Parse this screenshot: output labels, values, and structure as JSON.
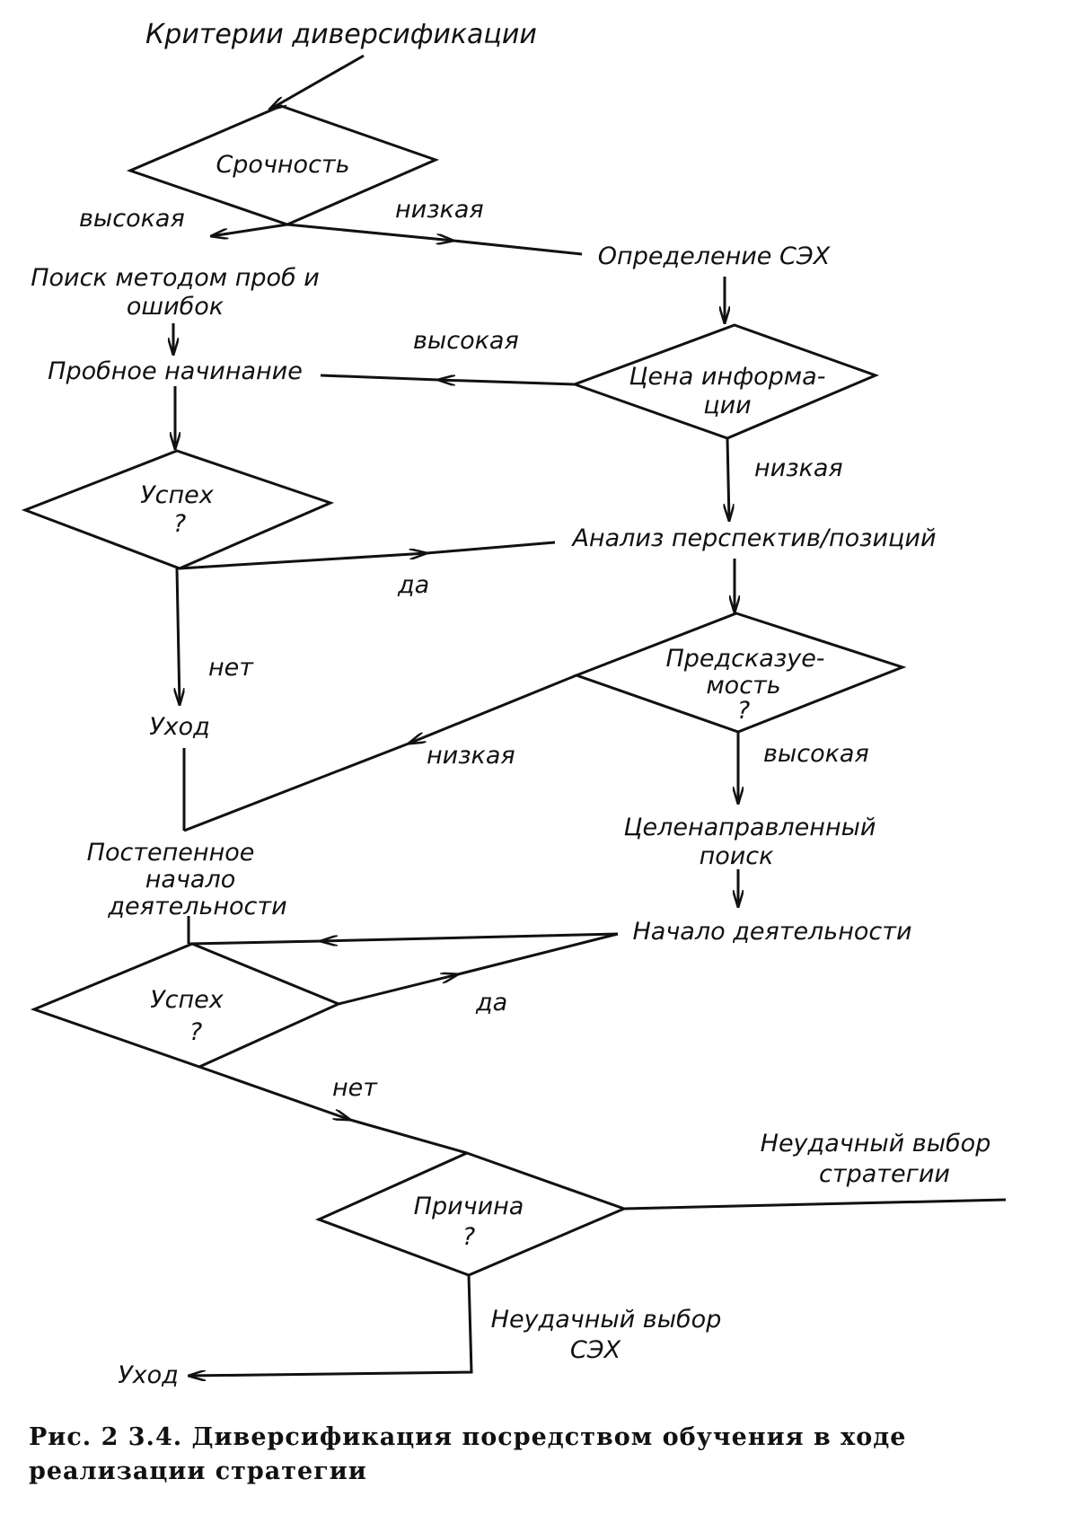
{
  "nodes": {
    "criteria": "Критерии диверсификации",
    "urgency": "Срочность",
    "trial_search_1": "Поиск методом проб и",
    "trial_search_2": "ошибок",
    "trial_venture": "Пробное начинание",
    "seh_definition": "Определение СЭХ",
    "info_cost_1": "Цена информа-",
    "info_cost_2": "ции",
    "success_1_line1": "Успех",
    "success_1_line2": "?",
    "prospects_analysis": "Анализ перспектив/позиций",
    "predictability_1": "Предсказуе-",
    "predictability_2": "мость",
    "predictability_3": "?",
    "exit_1": "Уход",
    "gradual_start_1": "Постепенное",
    "gradual_start_2": "начало",
    "gradual_start_3": "деятельности",
    "targeted_search_1": "Целенаправленный",
    "targeted_search_2": "поиск",
    "activity_start": "Начало деятельности",
    "success_2_line1": "Успех",
    "success_2_line2": "?",
    "reason_1": "Причина",
    "reason_2": "?",
    "exit_2": "Уход"
  },
  "edges": {
    "urgency_high": "высокая",
    "urgency_low": "низкая",
    "info_high": "высокая",
    "info_low": "низкая",
    "success1_yes": "да",
    "success1_no": "нет",
    "predict_low": "низкая",
    "predict_high": "высокая",
    "success2_yes": "да",
    "success2_no": "нет",
    "strategy_fail_1": "Неудачный выбор",
    "strategy_fail_2": "стратегии",
    "seh_fail_1": "Неудачный выбор",
    "seh_fail_2": "СЭХ"
  },
  "caption": "Рис. 2 3.4. Диверсификация посредством обучения в ходе реализации стратегии"
}
